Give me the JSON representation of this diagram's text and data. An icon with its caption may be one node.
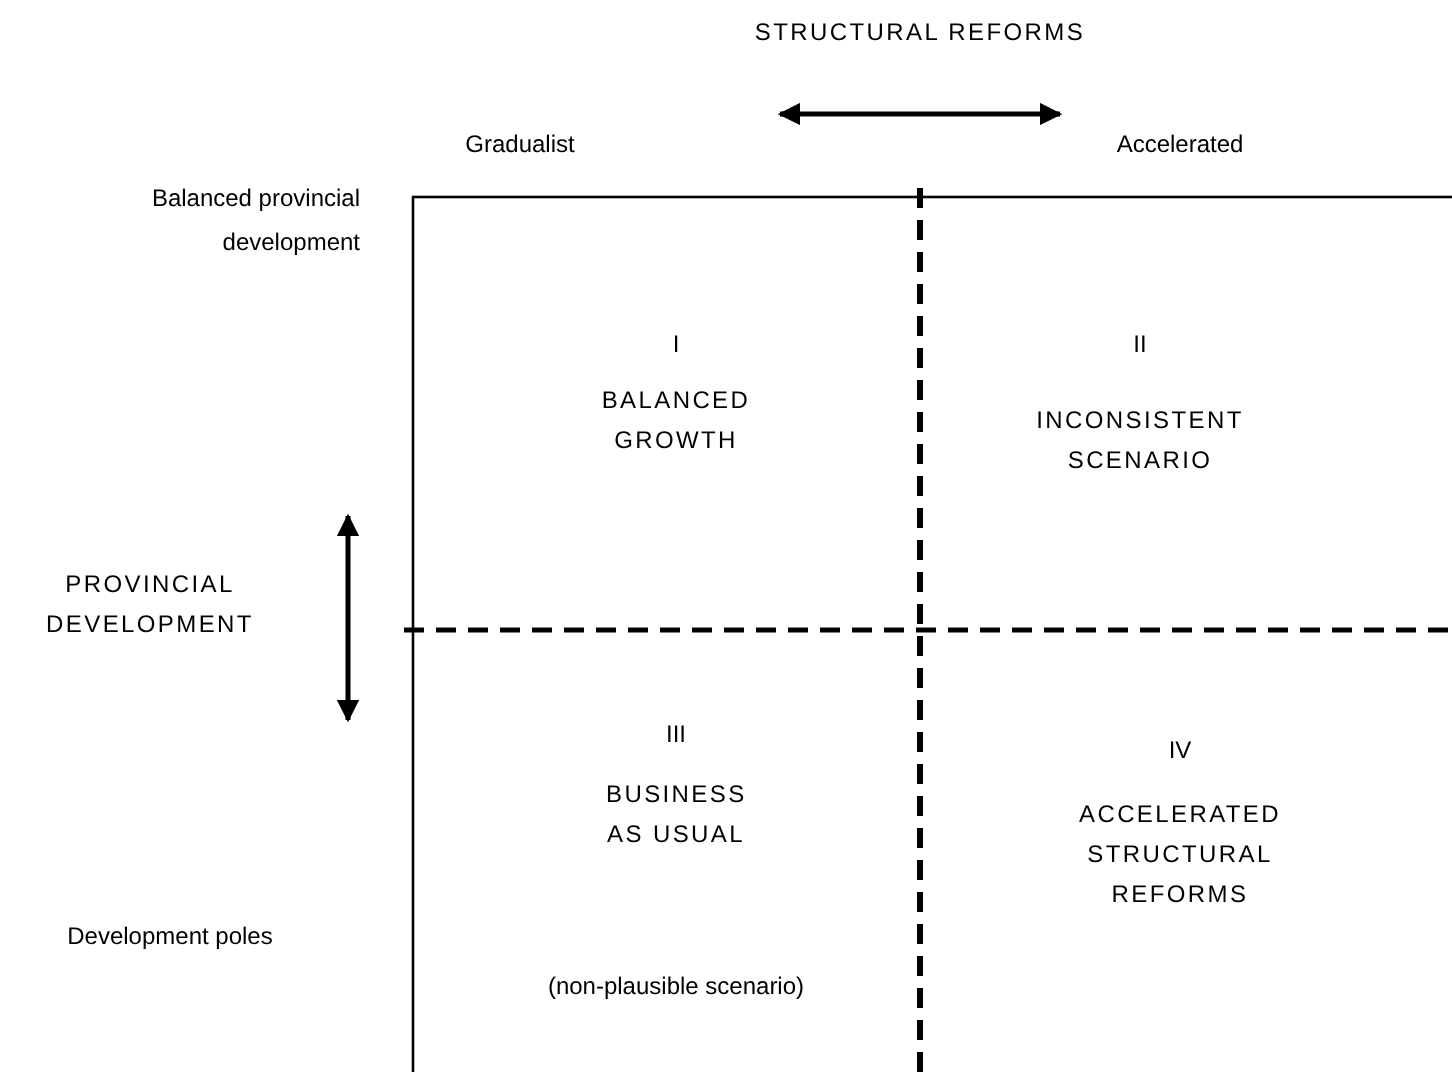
{
  "diagram": {
    "nodes": [
      {
        "text": [
          "I",
          "BALANCED GROWTH"
        ]
      },
      {
        "text": [
          "II",
          "INCONSISTENT SCENARIO"
        ]
      },
      {
        "text": [
          "III",
          "BUSINESS AS USUAL",
          "(non-plausible scenario)"
        ]
      },
      {
        "text": [
          "IV",
          "ACCELERATED STRUCTURAL REFORMS"
        ]
      }
    ],
    "edges": [],
    "labels": [
      "STRUCTURAL REFORMS",
      "Gradualist",
      "Accelerated",
      "Balanced provincial development",
      "PROVINCIAL DEVELOPMENT",
      "Development poles"
    ]
  }
}
